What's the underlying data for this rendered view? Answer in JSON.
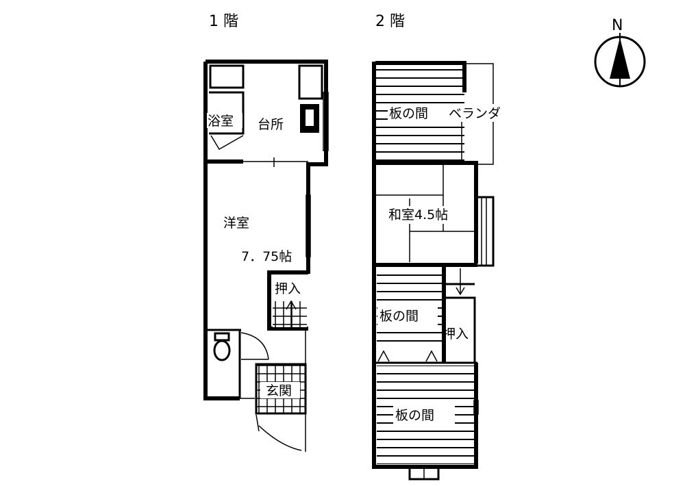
{
  "headers": {
    "floor1": "1 階",
    "floor2": "2 階"
  },
  "compass": {
    "label": "N",
    "icon": "north-arrow-icon"
  },
  "floor1": {
    "bath": "浴室",
    "kitchen": "台所",
    "western_room": "洋室",
    "western_room_size": "7．75帖",
    "closet": "押入",
    "entrance": "玄関"
  },
  "floor2": {
    "top_room": "板の間",
    "veranda": "ベランダ",
    "japanese_room": "和室4.5帖",
    "middle_room": "板の間",
    "closet": "押入",
    "bottom_room": "板の間"
  }
}
